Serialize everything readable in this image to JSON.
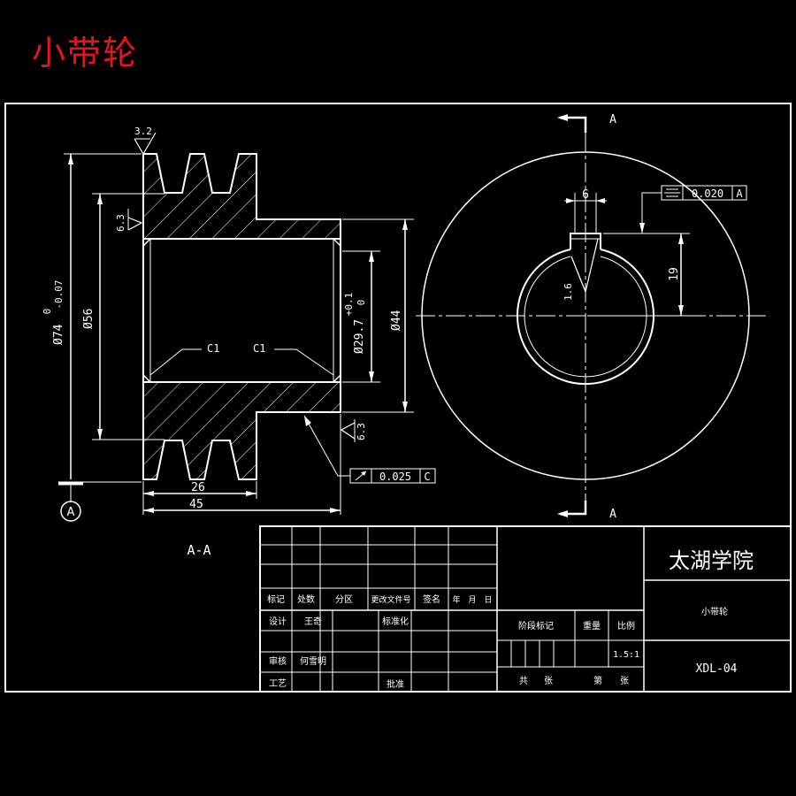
{
  "title": "小带轮",
  "view": {
    "section_label": "A-A",
    "cut_letter": "A",
    "datum_letter": "A"
  },
  "dimensions": {
    "od": "Ø74",
    "od_tol_upper": "0",
    "od_tol_lower": "-0.07",
    "groove_dia": "Ø56",
    "bore": "Ø29.7",
    "bore_tol_upper": "+0.1",
    "bore_tol_lower": "0",
    "hub_dia": "Ø44",
    "groove_width": "26",
    "total_width": "45",
    "chamfer_left": "C1",
    "chamfer_right": "C1",
    "keyway_width": "6",
    "keyway_depth": "19"
  },
  "roughness": {
    "top": "3.2",
    "face_left": "6.3",
    "face_right": "6.3",
    "keyway": "1.6"
  },
  "tolerances": {
    "runout_value": "0.025",
    "runout_datum": "C",
    "symmetry_value": "0.020",
    "symmetry_datum": "A"
  },
  "title_block": {
    "school": "太湖学院",
    "part_name": "小带轮",
    "drawing_no": "XDL-04",
    "scale": "1.5:1",
    "h_mark": "标记",
    "h_count": "处数",
    "h_zone": "分区",
    "h_doc": "更改文件号",
    "h_sign": "签名",
    "h_year": "年",
    "h_month": "月",
    "h_day": "日",
    "l_design": "设计",
    "designer": "王奇",
    "l_standard": "标准化",
    "l_review": "审核",
    "reviewer": "何雪明",
    "l_process": "工艺",
    "l_approve": "批准",
    "l_stage": "阶段标记",
    "l_weight": "重量",
    "l_scale": "比例",
    "l_total": "共",
    "l_sheet1": "张",
    "l_no": "第",
    "l_sheet2": "张"
  }
}
